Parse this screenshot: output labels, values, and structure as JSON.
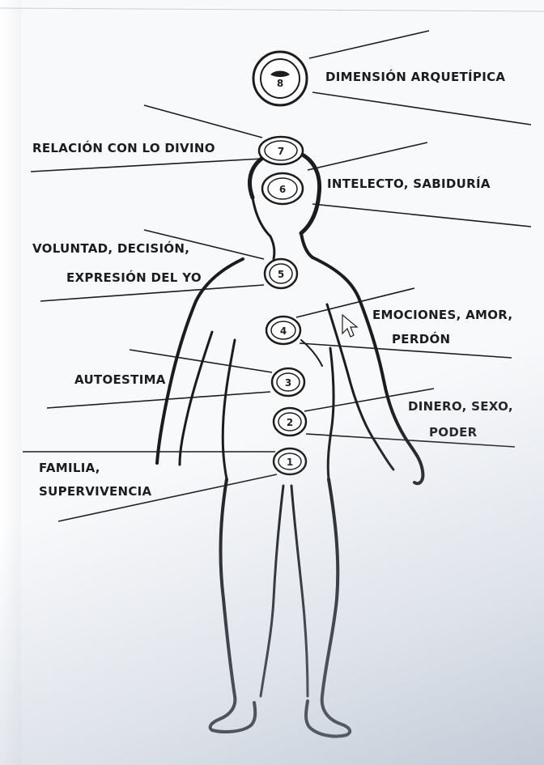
{
  "diagram": {
    "chakras": [
      {
        "number": "1",
        "label_lines": [
          "FAMILIA,",
          "SUPERVIVENCIA"
        ]
      },
      {
        "number": "2",
        "label_lines": [
          "DINERO, SEXO,",
          "PODER"
        ]
      },
      {
        "number": "3",
        "label_lines": [
          "AUTOESTIMA"
        ]
      },
      {
        "number": "4",
        "label_lines": [
          "EMOCIONES, AMOR,",
          "PERDÓN"
        ]
      },
      {
        "number": "5",
        "label_lines": [
          "VOLUNTAD, DECISIÓN,",
          "EXPRESIÓN DEL YO"
        ]
      },
      {
        "number": "6",
        "label_lines": [
          "INTELECTO, SABIDURÍA"
        ]
      },
      {
        "number": "7",
        "label_lines": [
          "RELACIÓN CON LO DIVINO"
        ]
      },
      {
        "number": "8",
        "label_lines": [
          "DIMENSIÓN ARQUETÍPICA"
        ]
      }
    ],
    "colors": {
      "ink": "#1c1c1c",
      "paper": "#f8f9fb"
    }
  }
}
